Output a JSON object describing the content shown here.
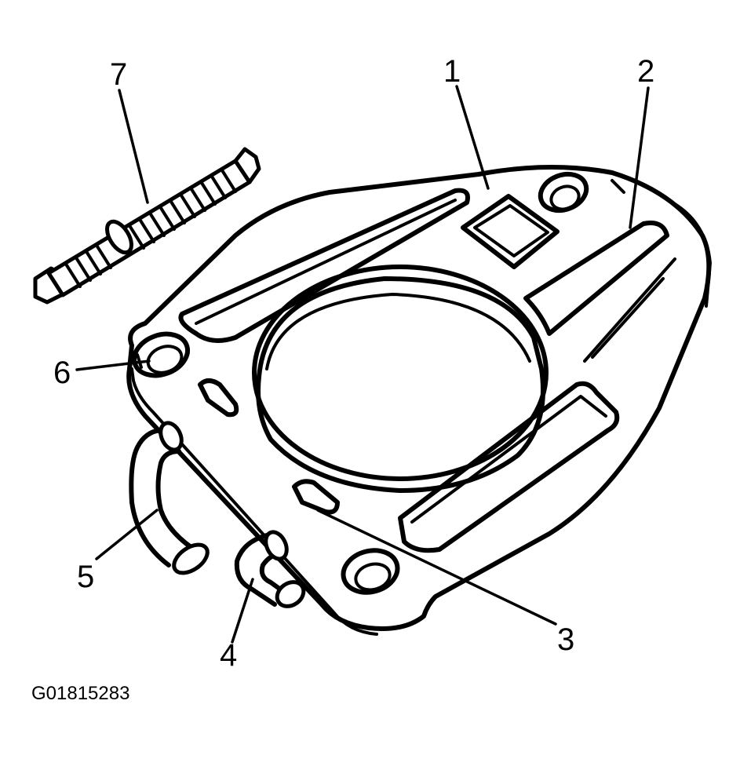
{
  "callouts": [
    {
      "id": "1",
      "label": "1"
    },
    {
      "id": "2",
      "label": "2"
    },
    {
      "id": "3",
      "label": "3"
    },
    {
      "id": "4",
      "label": "4"
    },
    {
      "id": "5",
      "label": "5"
    },
    {
      "id": "6",
      "label": "6"
    },
    {
      "id": "7",
      "label": "7"
    }
  ],
  "reference_code": "G01815283"
}
